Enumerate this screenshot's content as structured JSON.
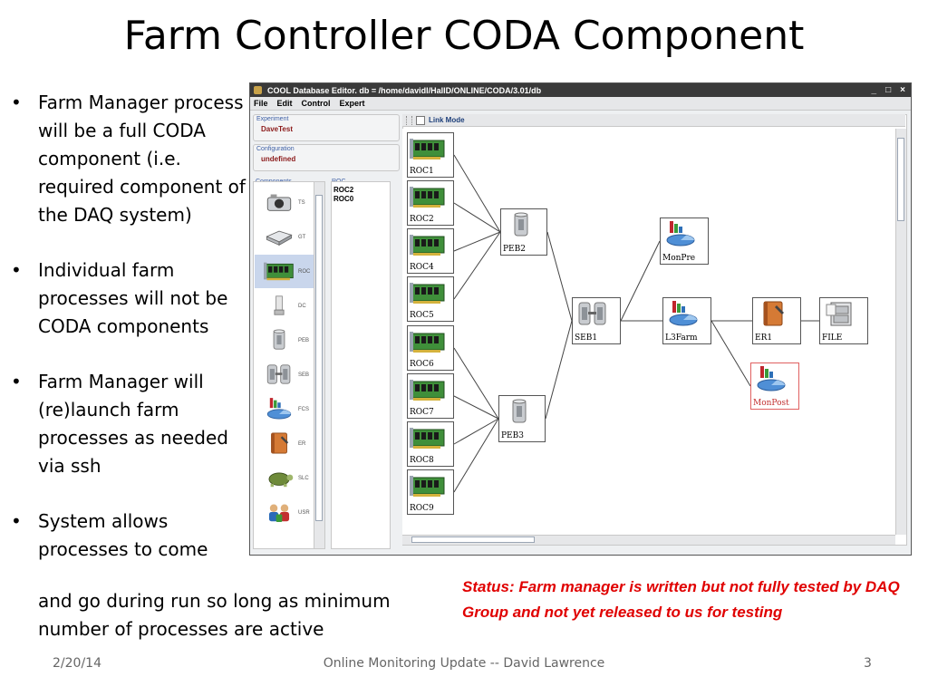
{
  "slide": {
    "title": "Farm Controller CODA Component",
    "bullets": [
      "Farm Manager process will be a full CODA component (i.e. required component of the DAQ system)",
      "Individual farm processes will not be CODA components",
      "Farm Manager will (re)launch farm processes as needed via ssh",
      "System allows processes to come"
    ],
    "bullet_continuation": "and go during run so long as minimum number of processes are active",
    "status_note": "Status: Farm manager is written but not fully tested by DAQ Group and not yet released to us for testing",
    "footer": {
      "date": "2/20/14",
      "center": "Online Monitoring Update    --    David Lawrence",
      "page": "3"
    }
  },
  "app": {
    "window_title": "COOL Database Editor.    db = /home/davidl/HallD/ONLINE/CODA/3.01/db",
    "window_controls": [
      "_",
      "□",
      "×"
    ],
    "menu": [
      "File",
      "Edit",
      "Control",
      "Expert"
    ],
    "experiment": {
      "label": "Experiment",
      "value": "DaveTest"
    },
    "configuration": {
      "label": "Configuration",
      "value": "undefined"
    },
    "components_label": "Components",
    "roc_label": "ROC",
    "components": [
      {
        "label": "TS",
        "icon": "camera-icon"
      },
      {
        "label": "GT",
        "icon": "drive-icon"
      },
      {
        "label": "ROC",
        "icon": "board-icon"
      },
      {
        "label": "DC",
        "icon": "vial-icon"
      },
      {
        "label": "PEB",
        "icon": "cylinder-icon"
      },
      {
        "label": "SEB",
        "icon": "cylinder-pair-icon"
      },
      {
        "label": "FCS",
        "icon": "pie-icon"
      },
      {
        "label": "ER",
        "icon": "book-icon"
      },
      {
        "label": "SLC",
        "icon": "turtle-icon"
      },
      {
        "label": "USR",
        "icon": "users-icon"
      }
    ],
    "selected_component": "ROC",
    "roc_list": [
      "ROC2",
      "ROC0"
    ],
    "link_mode_label": "Link Mode",
    "nodes": [
      {
        "id": "ROC1",
        "label": "ROC1",
        "icon": "board-icon"
      },
      {
        "id": "ROC2",
        "label": "ROC2",
        "icon": "board-icon"
      },
      {
        "id": "ROC4",
        "label": "ROC4",
        "icon": "board-icon"
      },
      {
        "id": "ROC5",
        "label": "ROC5",
        "icon": "board-icon"
      },
      {
        "id": "ROC6",
        "label": "ROC6",
        "icon": "board-icon"
      },
      {
        "id": "ROC7",
        "label": "ROC7",
        "icon": "board-icon"
      },
      {
        "id": "ROC8",
        "label": "ROC8",
        "icon": "board-icon"
      },
      {
        "id": "ROC9",
        "label": "ROC9",
        "icon": "board-icon"
      },
      {
        "id": "PEB2",
        "label": "PEB2",
        "icon": "cylinder-icon"
      },
      {
        "id": "PEB3",
        "label": "PEB3",
        "icon": "cylinder-icon"
      },
      {
        "id": "SEB1",
        "label": "SEB1",
        "icon": "cylinder-pair-icon"
      },
      {
        "id": "MonPre",
        "label": "MonPre",
        "icon": "pie-icon"
      },
      {
        "id": "L3Farm",
        "label": "L3Farm",
        "icon": "pie-icon"
      },
      {
        "id": "ER1",
        "label": "ER1",
        "icon": "book-icon"
      },
      {
        "id": "FILE",
        "label": "FILE",
        "icon": "file-cabinet-icon"
      },
      {
        "id": "MonPost",
        "label": "MonPost",
        "icon": "pie-icon",
        "highlight": "#e06060"
      }
    ],
    "links": [
      [
        "ROC1",
        "PEB2"
      ],
      [
        "ROC2",
        "PEB2"
      ],
      [
        "ROC4",
        "PEB2"
      ],
      [
        "ROC5",
        "PEB2"
      ],
      [
        "ROC6",
        "PEB3"
      ],
      [
        "ROC7",
        "PEB3"
      ],
      [
        "ROC8",
        "PEB3"
      ],
      [
        "ROC9",
        "PEB3"
      ],
      [
        "PEB2",
        "SEB1"
      ],
      [
        "PEB3",
        "SEB1"
      ],
      [
        "SEB1",
        "MonPre"
      ],
      [
        "SEB1",
        "L3Farm"
      ],
      [
        "L3Farm",
        "ER1"
      ],
      [
        "L3Farm",
        "MonPost"
      ],
      [
        "ER1",
        "FILE"
      ]
    ]
  }
}
